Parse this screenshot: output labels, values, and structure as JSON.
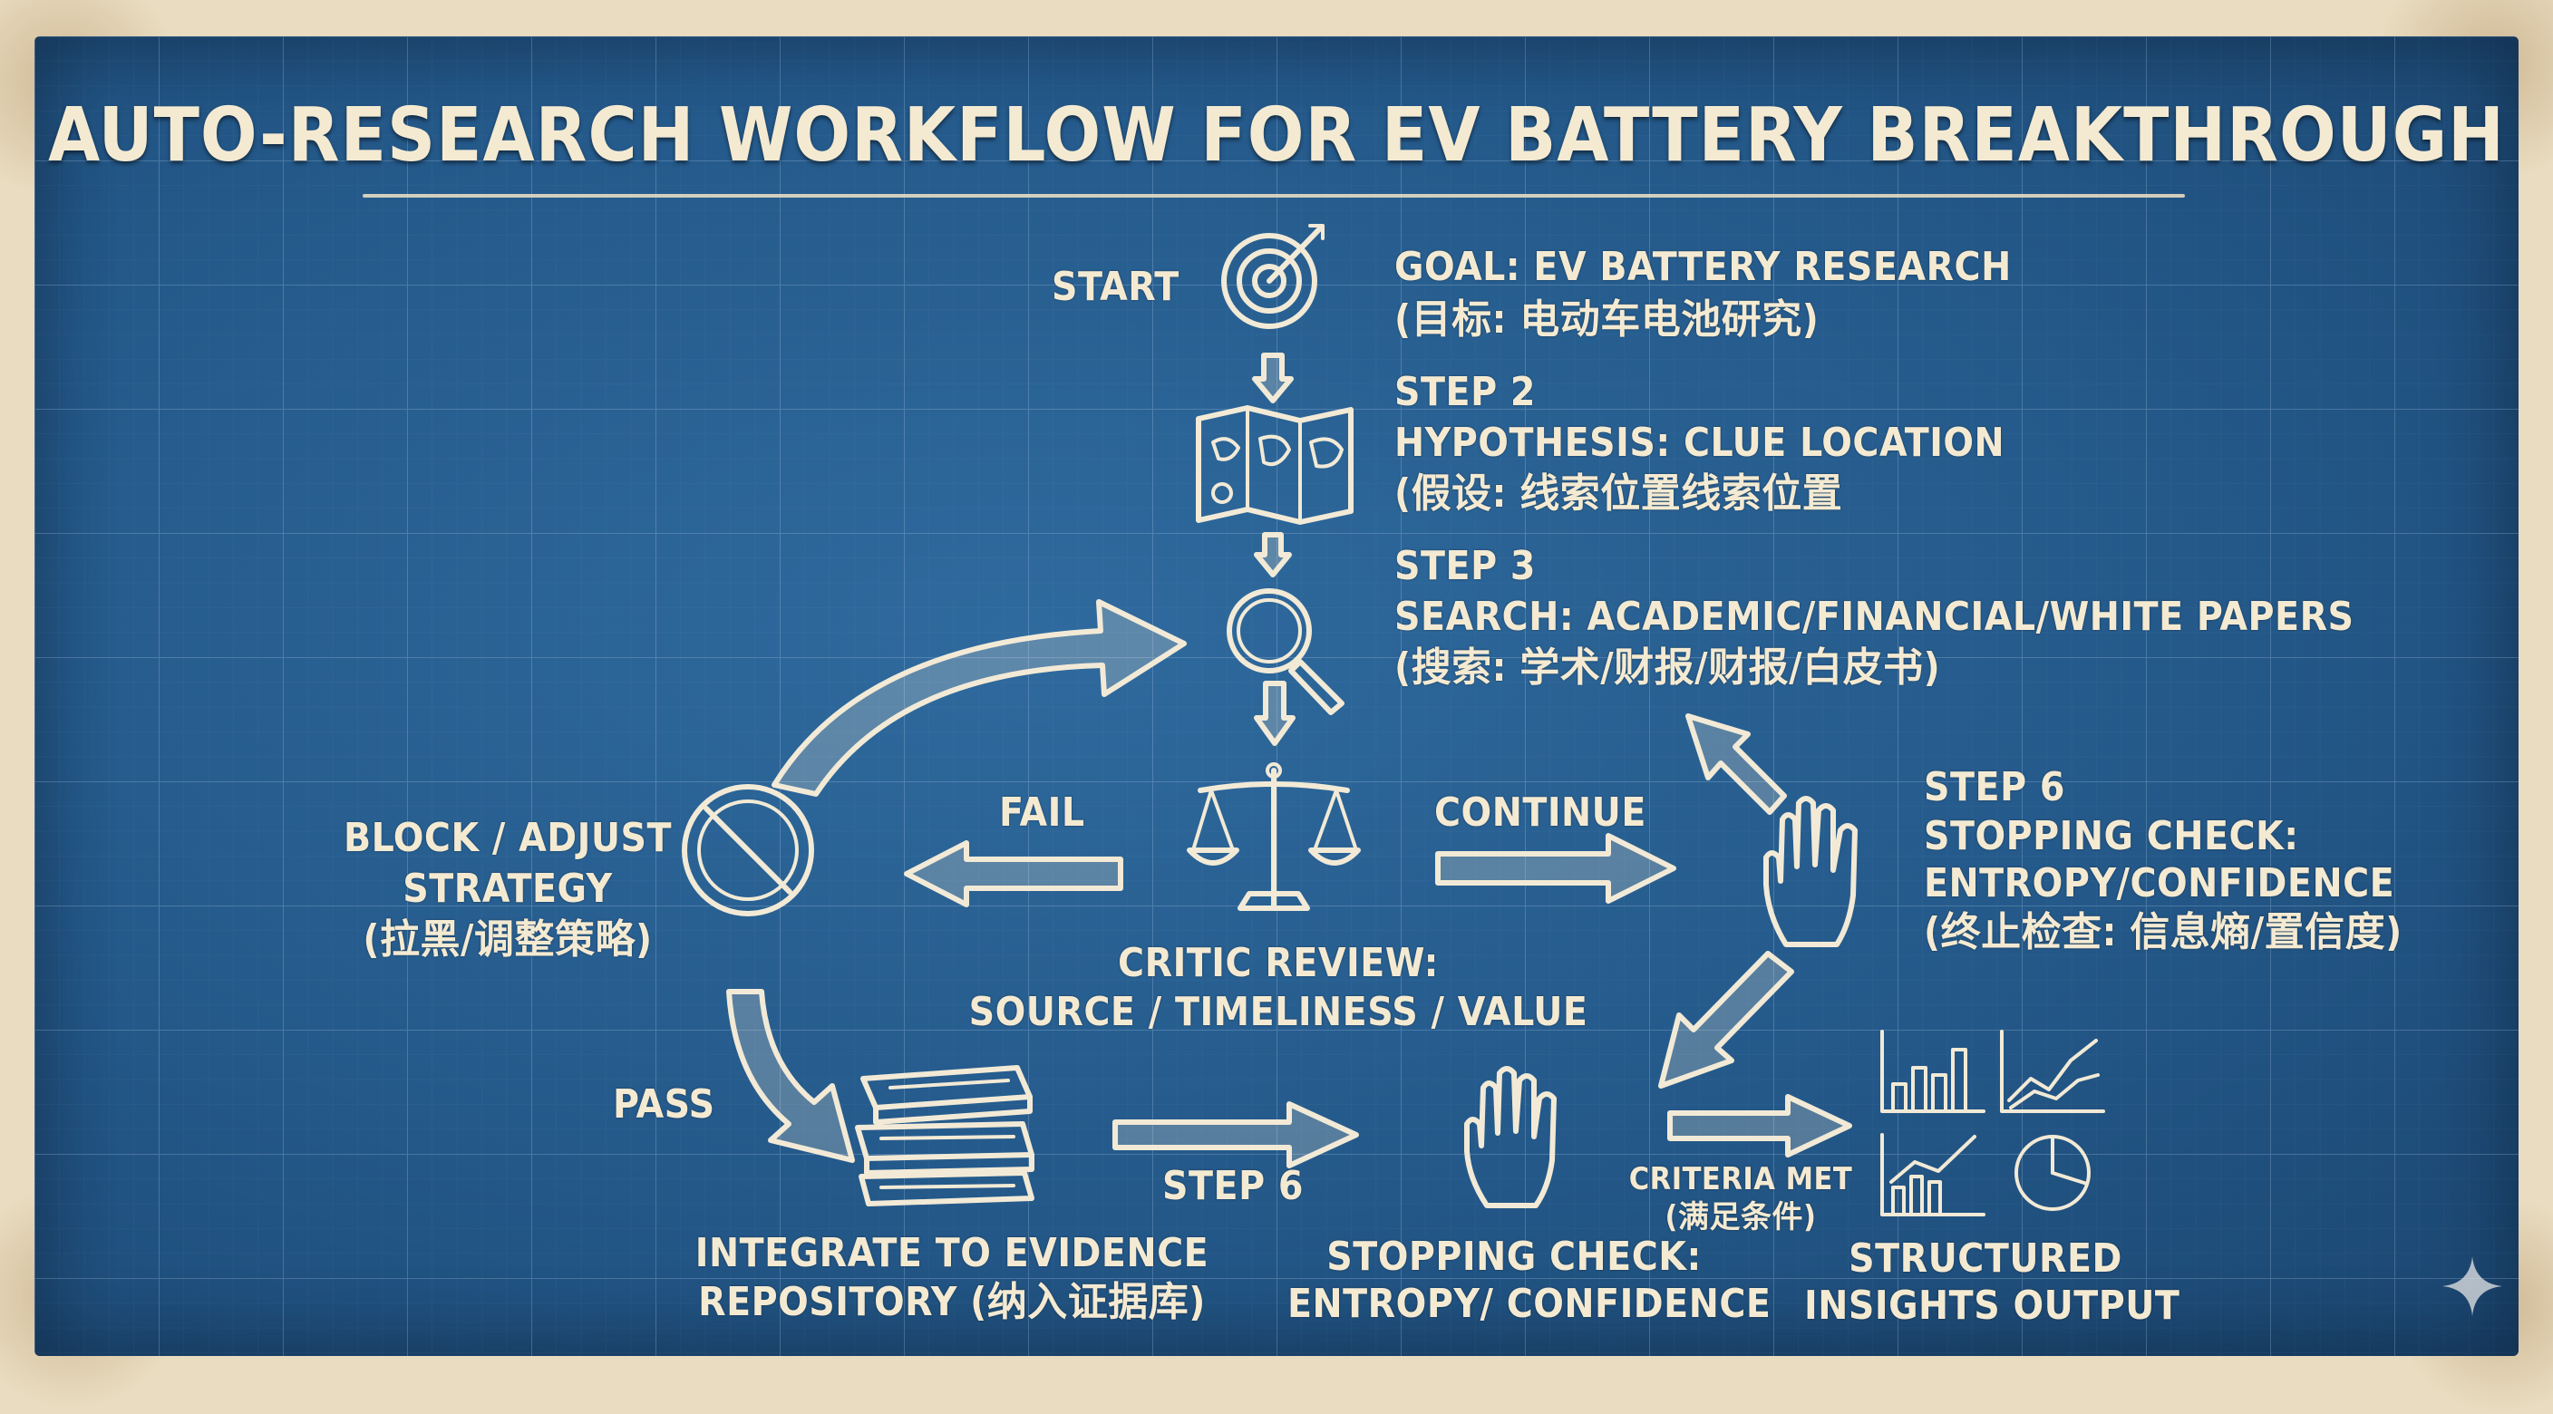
{
  "title": "AUTO-RESEARCH WORKFLOW FOR EV BATTERY BREAKTHROUGH",
  "colors": {
    "board": "#24598a",
    "ink": "#f4ead2",
    "paper": "#e9dcc0"
  },
  "start": {
    "label": "START",
    "goal_en": "GOAL: EV BATTERY RESEARCH",
    "goal_zh": "(目标: 电动车电池研究)",
    "icon": "target-icon"
  },
  "step2": {
    "step": "STEP 2",
    "text_en": "HYPOTHESIS: CLUE LOCATION",
    "text_zh": "(假设: 线索位置线索位置",
    "icon": "map-icon"
  },
  "step3": {
    "step": "STEP 3",
    "text_en": "SEARCH: ACADEMIC/FINANCIAL/WHITE PAPERS",
    "text_zh": "(搜索: 学术/财报/财报/白皮书)",
    "icon": "magnifier-icon"
  },
  "critic": {
    "line1": "CRITIC REVIEW:",
    "line2": "SOURCE / TIMELINESS / VALUE",
    "icon": "scales-icon"
  },
  "fail_label": "FAIL",
  "continue_label": "CONTINUE",
  "pass_label": "PASS",
  "block": {
    "line1": "BLOCK / ADJUST",
    "line2": "STRATEGY",
    "line3": "(拉黑/调整策略)",
    "icon": "no-entry-icon"
  },
  "step6_right": {
    "step": "STEP 6",
    "line1": "STOPPING CHECK:",
    "line2": "ENTROPY/CONFIDENCE",
    "line3": "(终止检查: 信息熵/置信度)",
    "icon": "hand-icon"
  },
  "integrate": {
    "line1": "INTEGRATE TO EVIDENCE",
    "line2": "REPOSITORY (纳入证据库)",
    "icon": "books-icon"
  },
  "step6_bottom": "STEP 6",
  "stopping_bottom": {
    "line1": "STOPPING CHECK:",
    "line2": "ENTROPY/ CONFIDENCE",
    "icon": "hand-icon"
  },
  "criteria": {
    "line1": "CRITERIA MET",
    "line2": "(满足条件)"
  },
  "output": {
    "line1": "STRUCTURED",
    "line2": "INSIGHTS OUTPUT",
    "icon": "charts-icon"
  }
}
